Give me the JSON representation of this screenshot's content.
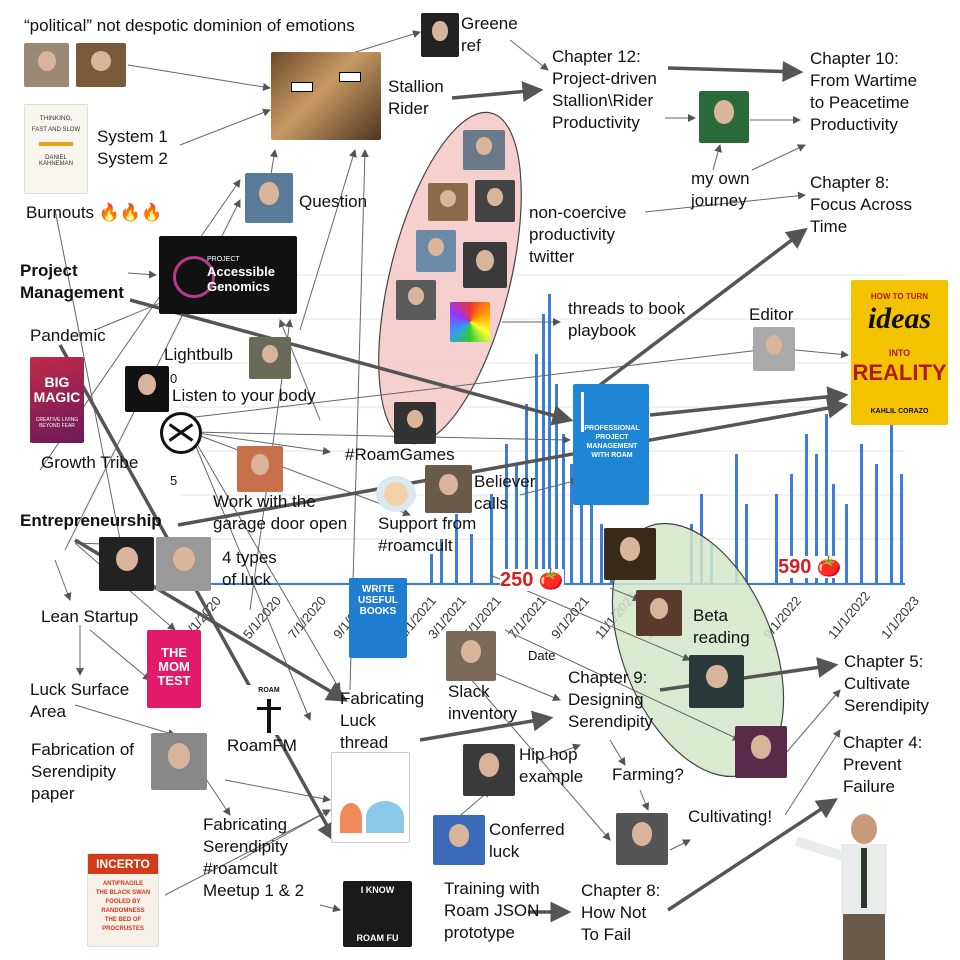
{
  "colors": {
    "bar": "#3b7dd8",
    "pink_ellipse": "#f4c7c7",
    "green_ellipse": "#d4e6c9",
    "arrow": "#555555",
    "book_blue": "#1f86d6",
    "ideas_yellow": "#f4c300"
  },
  "labels": {
    "political": "“political” not despotic dominion of emotions",
    "greene": "Greene\nref",
    "ch12": "Chapter 12:\nProject-driven\nStallion\\Rider\nProductivity",
    "ch10": "Chapter 10:\nFrom Wartime\nto Peacetime\nProductivity",
    "system": "System 1\nSystem 2",
    "stallion": "Stallion\nRider",
    "burnouts": "Burnouts 🔥🔥🔥",
    "question": "Question",
    "my_journey": "my own\njourney",
    "ch8_focus": "Chapter 8:\nFocus Across\nTime",
    "non_coercive": "non-coercive\nproductivity\ntwitter",
    "project_mgmt": "Project\nManagement",
    "pandemic": "Pandemic",
    "threads": "threads to book\nplaybook",
    "editor": "Editor",
    "lightbulb": "Lightbulb",
    "listen": "Listen to your body",
    "growth_tribe": "Growth Tribe",
    "roam_games": "#RoamGames",
    "believer": "Believer\ncalls",
    "work_garage": "Work with the\ngarage door open",
    "support": "Support from\n#roamcult",
    "entrepreneurship": "Entrepreneurship",
    "four_types": "4 types\nof luck",
    "lean": "Lean Startup",
    "beta": "Beta\nreading",
    "luck_surface": "Luck Surface\nArea",
    "fab_luck": "Fabricating\nLuck\nthread",
    "slack": "Slack\ninventory",
    "ch9": "Chapter 9:\nDesigning\nSerendipity",
    "ch5": "Chapter 5:\nCultivate\nSerendipity",
    "fab_paper": "Fabrication of\nSerendipity\npaper",
    "roamfm": "RoamFM",
    "hiphop": "Hip hop\nexample",
    "farming": "Farming?",
    "ch4": "Chapter 4:\nPrevent\nFailure",
    "fab_meetup": "Fabricating\nSerendipity\n#roamcult\nMeetup 1 & 2",
    "conferred": "Conferred\nluck",
    "cultivating": "Cultivating!",
    "training": "Training with\nRoam JSON\nprototype",
    "ch8_fail": "Chapter 8:\nHow Not\nTo Fail"
  },
  "books": {
    "thinking": {
      "line1": "THINKING,",
      "line2": "FAST AND SLOW",
      "author": "DANIEL\nKAHNEMAN"
    },
    "big_magic": {
      "title": "BIG\nMAGIC",
      "sub": "CREATIVE LIVING\nBEYOND FEAR"
    },
    "accessible_genomics": {
      "small": "PROJECT",
      "title": "Accessible\nGenomics"
    },
    "pm_roam": {
      "title": "PROFESSIONAL\nPROJECT\nMANAGEMENT\nWITH ROAM"
    },
    "useful_books": {
      "title": "WRITE\nUSEFUL\nBOOKS"
    },
    "mom_test": {
      "title": "THE\nMOM\nTEST"
    },
    "incerto": {
      "title": "INCERTO",
      "lines": "ANTIFRAGILE\nTHE BLACK SWAN\nFOOLED BY\nRANDOMNESS\nTHE BED OF\nPROCRUSTES"
    },
    "ideas": {
      "top": "HOW TO TURN",
      "ideas": "ideas",
      "into": "INTO",
      "reality": "REALITY",
      "author": "KAHLIL CORAZO"
    },
    "roam_fu": {
      "top": "I KNOW",
      "bottom": "ROAM FU"
    },
    "roam_fm": {
      "text": "ROAM"
    }
  },
  "chart_data": {
    "type": "bar",
    "x_ticks": [
      "3/1/2020",
      "5/1/2020",
      "7/1/2020",
      "9/1/2020",
      "1/1/2021",
      "3/1/2021",
      "5/1/2021",
      "7/1/2021",
      "9/1/2021",
      "11/1/2021",
      "1/1/2022",
      "9/1/2022",
      "11/1/2022",
      "1/1/2023"
    ],
    "y_ticks": [
      "0",
      "5"
    ],
    "xlabel": "Date",
    "annotations": [
      "250 🍅",
      "590 🍅"
    ]
  }
}
